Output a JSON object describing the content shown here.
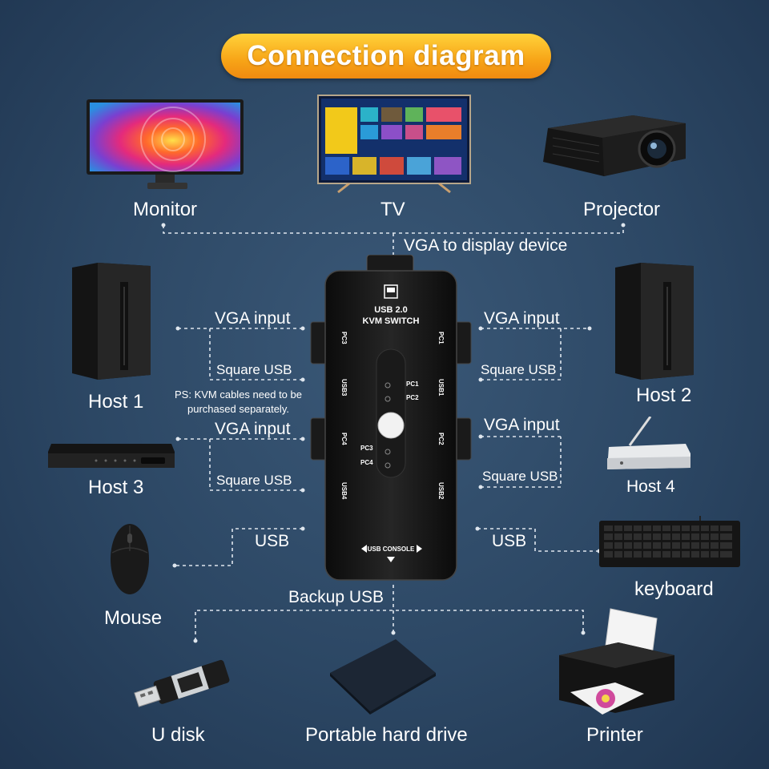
{
  "title": "Connection diagram",
  "displays": {
    "monitor": "Monitor",
    "tv": "TV",
    "projector": "Projector",
    "vga_out": "VGA to display device"
  },
  "hosts": {
    "host1": "Host 1",
    "host2": "Host 2",
    "host3": "Host 3",
    "host4": "Host 4"
  },
  "cables": {
    "vga_input": "VGA input",
    "square_usb": "Square USB",
    "usb": "USB",
    "backup_usb": "Backup USB"
  },
  "note": {
    "line1": "PS: KVM cables need to be",
    "line2": "purchased separately."
  },
  "peripherals": {
    "mouse": "Mouse",
    "keyboard": "keyboard",
    "u_disk": "U disk",
    "hard_drive": "Portable hard drive",
    "printer": "Printer"
  },
  "kvm": {
    "line1": "USB 2.0",
    "line2": "KVM SWITCH",
    "pc1": "PC1",
    "pc2": "PC2",
    "pc3": "PC3",
    "pc4": "PC4",
    "usb1": "USB1",
    "usb2": "USB2",
    "usb3": "USB3",
    "usb4": "USB4",
    "console": "USB CONSOLE"
  },
  "colors": {
    "accent": "#f7a417",
    "background": "#2c4764"
  }
}
